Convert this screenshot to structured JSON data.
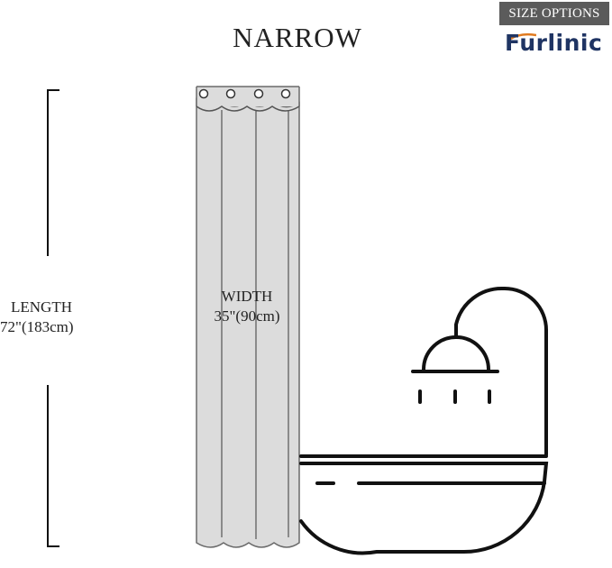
{
  "badge": {
    "label": "SIZE OPTIONS"
  },
  "brand": {
    "name": "Furlinic"
  },
  "title": "NARROW",
  "length": {
    "label": "LENGTH",
    "value": "72\"(183cm)"
  },
  "width": {
    "label": "WIDTH",
    "value": "35\"(90cm)"
  },
  "colors": {
    "badge_bg": "#5b5b5b",
    "brand_text": "#1f3463",
    "brand_accent": "#e07a1f",
    "curtain_fill": "#dcdcdc",
    "line": "#111111"
  },
  "icons": [
    "grommet-icon",
    "shower-head-icon",
    "bathtub-icon"
  ]
}
